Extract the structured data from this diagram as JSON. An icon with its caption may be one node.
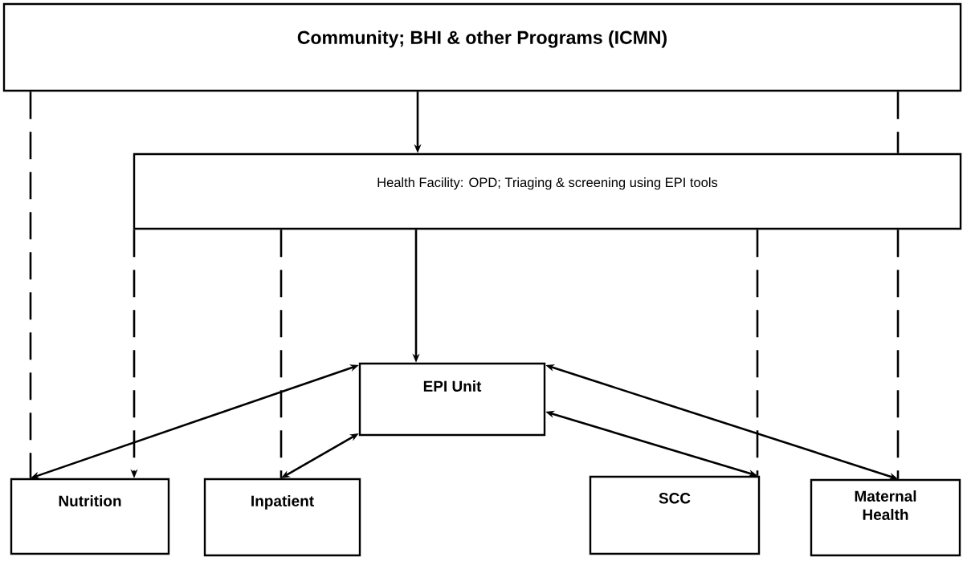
{
  "diagram": {
    "nodes": [
      {
        "text": [
          "Community; BHI & other Programs (ICMN)"
        ]
      },
      {
        "text": [
          "Health Facility: OPD; Triaging & screening using EPI tools"
        ]
      },
      {
        "text": [
          "EPI Unit"
        ]
      },
      {
        "text": [
          "Nutrition"
        ]
      },
      {
        "text": [
          "Inpatient"
        ]
      },
      {
        "text": [
          "SCC"
        ]
      },
      {
        "text": [
          "Maternal Health"
        ]
      }
    ],
    "edges": [
      {
        "from": 0,
        "to": 1,
        "arrow": "to"
      },
      {
        "from": 0,
        "to": 3,
        "arrow": "none",
        "style": "dashed"
      },
      {
        "from": 0,
        "to": 1,
        "arrow": "none",
        "style": "dashed"
      },
      {
        "from": 1,
        "to": 6,
        "arrow": "none",
        "style": "dashed"
      },
      {
        "from": 1,
        "to": 2,
        "arrow": "to"
      },
      {
        "from": 1,
        "to": 3,
        "arrow": "to",
        "style": "dashed"
      },
      {
        "from": 1,
        "to": 4,
        "arrow": "none",
        "style": "dashed"
      },
      {
        "from": 1,
        "to": 5,
        "arrow": "none",
        "style": "dashed"
      },
      {
        "from": 2,
        "to": 3,
        "arrow": "both"
      },
      {
        "from": 2,
        "to": 4,
        "arrow": "both"
      },
      {
        "from": 2,
        "to": 5,
        "arrow": "both"
      },
      {
        "from": 2,
        "to": 6,
        "arrow": "both"
      }
    ]
  }
}
